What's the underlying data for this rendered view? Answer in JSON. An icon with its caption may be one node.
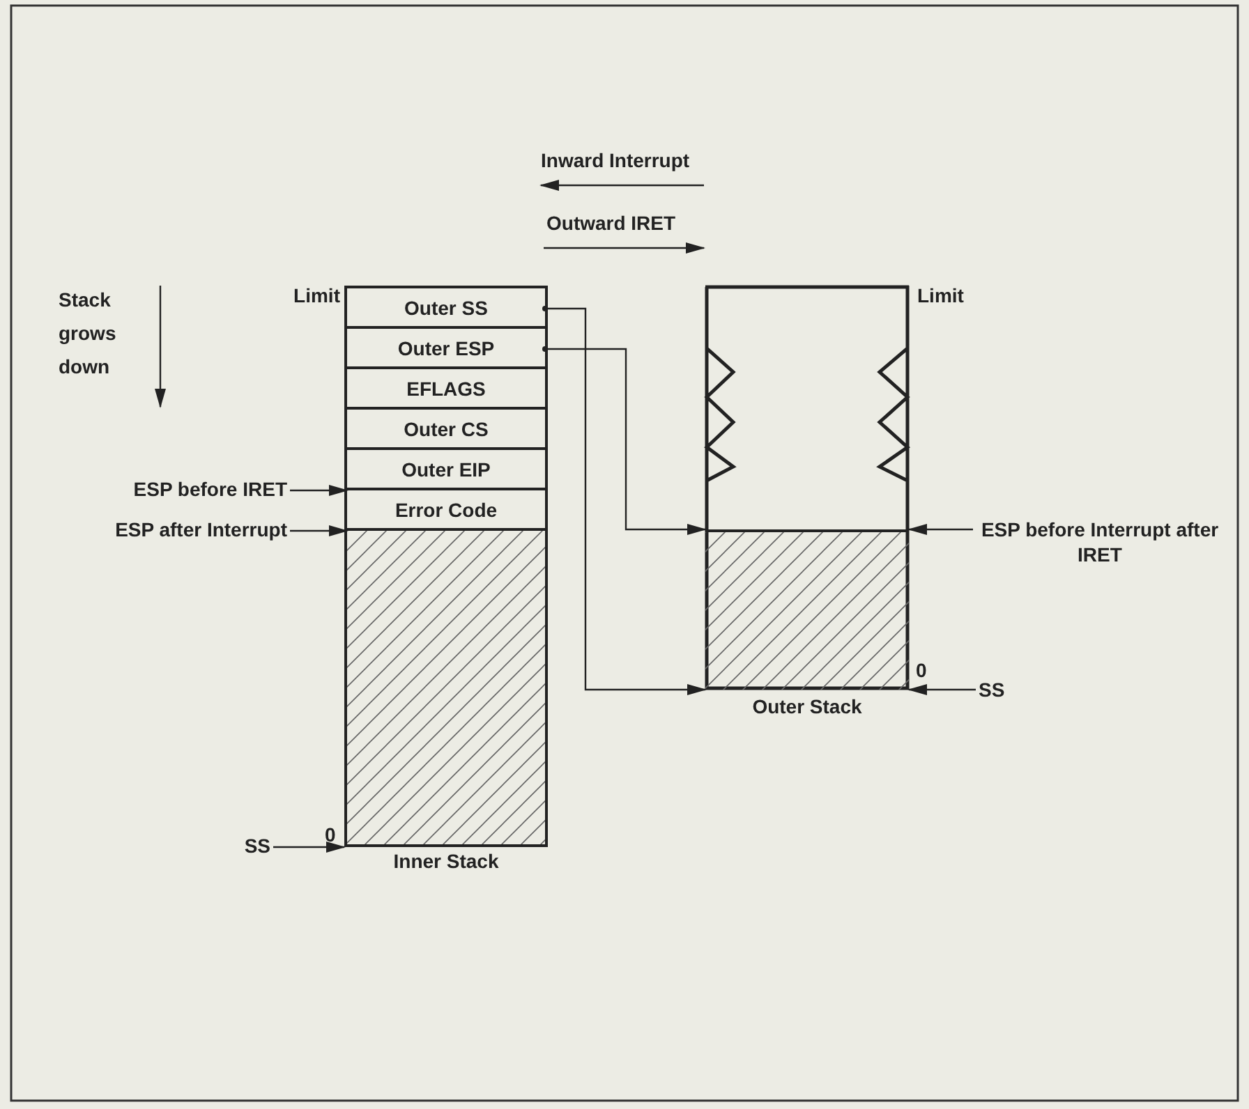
{
  "diagram": {
    "nodes": [
      {
        "text": [
          "Inner Stack"
        ]
      },
      {
        "text": [
          "Outer SS"
        ],
        "in": 0
      },
      {
        "text": [
          "Outer ESP"
        ],
        "in": 0
      },
      {
        "text": [
          "EFLAGS"
        ],
        "in": 0
      },
      {
        "text": [
          "Outer CS"
        ],
        "in": 0
      },
      {
        "text": [
          "Outer EIP"
        ],
        "in": 0
      },
      {
        "text": [
          "Error Code"
        ],
        "in": 0
      },
      {
        "text": [],
        "shape": "box",
        "in": 0
      },
      {
        "text": [
          "ESP before IRET"
        ]
      },
      {
        "text": [
          "ESP after Interrupt"
        ]
      },
      {
        "text": [
          "SS"
        ]
      },
      {
        "text": [
          "Outer Stack"
        ]
      },
      {
        "text": [],
        "shape": "box",
        "in": 11
      },
      {
        "text": [
          "ESP before Interrupt after IRET"
        ]
      },
      {
        "text": [
          "SS"
        ]
      }
    ],
    "edges": [
      {
        "from": 8,
        "to": 6,
        "arrow": "to"
      },
      {
        "from": 9,
        "to": 7,
        "arrow": "to"
      },
      {
        "from": 10,
        "to": 0,
        "arrow": "to"
      },
      {
        "from": 1,
        "to": 11,
        "arrow": "to"
      },
      {
        "from": 2,
        "to": 12,
        "arrow": "to"
      },
      {
        "from": 13,
        "to": 12,
        "arrow": "to"
      },
      {
        "from": 14,
        "to": 11,
        "arrow": "to"
      }
    ],
    "labels": [
      "Inward Interrupt",
      "Outward IRET",
      "Stack grows down",
      "Limit",
      "Limit",
      "0",
      "0"
    ]
  }
}
